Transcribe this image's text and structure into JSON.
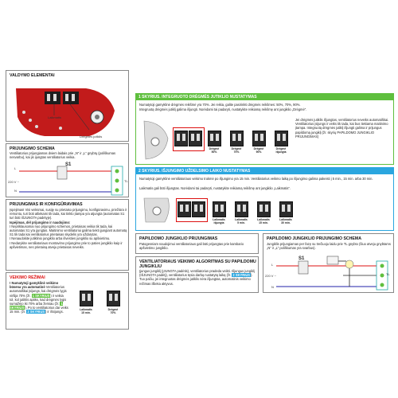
{
  "controls": {
    "title": "VALDYMO ELEMENTAI",
    "laikmatis": "Laikmatis",
    "dregmes": "Drėgmės jutiklis"
  },
  "wiring": {
    "title": "PRIJUNGIMO SCHEMA",
    "text": "Ventiliatorius prijungiamas dviem laidais prie „N“ ir „L“ gnybtų (poliškumas nesvarbu), kai jis ijungtas ventiliatorius veikia.",
    "s1": "S1",
    "voltage": "220 V ~",
    "L": "L",
    "N": "N",
    "TL": "TL"
  },
  "config": {
    "title": "PRIJUNGIMAS IR KONFIGŪRAVIMAS",
    "p1": "Įspėjimas! Visi veiksmai, susiję su prietaiso prijungimu, konfigūravimu, priežiūra ir remontu, turi būti atliekami tik tada, kai tinklo įtampa yra atjungta (automatas S1 turi būti IŠJUNGTA padėtyje).",
    "p2": "Ispėjimas, dėl prijungimo ir naudojimo:",
    "p3": "I Nepriklausomai nuo prijungimo schemos, prietaisas veikia tik tada, kai automatas S1 yra įjungtas. Maitinimo ventiliatoriui galima tiekti įjungiant automatą S1 tik tada kai ventiliatorius prietaisas skydelis yra uždarytas.",
    "p4": "I Nenaudokite jutiklinio jungiklio arba išvesties jungiklio su apšvietimu.",
    "p5": "I Nedarykite ventiliatoriaus montavimo prijungimo prie to paties jungiklio kaip ir apšvietimas, nes prietaisą atveju prietaisas neveiks."
  },
  "modes": {
    "title": "VEIKIMO REŽIMAI",
    "text1": "! Numatytoji gamyklinė veikimo būsena yra automatinė",
    "text2": "Ventiliatorius automatiškai įsijungs, kai drėgmės lygis viršija 70% (žr.",
    "tag1": "1 SKYRIUS",
    "text3": ") ir veikia tol, kol jutiklis aptiks, kad drėgmės lygis sumažėjo iki 70% arba žemiau (žr.",
    "tag1b": "1 SKYRIUS",
    "text4": "). Po to ventiliatorius dar veiks 15 min. (žr.",
    "tag2": "2 SKYRIUS",
    "text5": ") ir išsijungs.",
    "sw1": "Laikmatis\n15 min.",
    "sw2": "Drėgmė\n70%"
  },
  "section1": {
    "title": "1 SKYRIUS. INTEGRUOTO DRĖGMĖS JUTIKLIO NUSTATYMAS",
    "text1": "Numatytoji gamyklinė drėgmės reikšmė yra 70%. Jei reikia, galite pasirinkti drėgmės reikšmes: 50%, 70%, 90%.",
    "text2": "Integruotą drėgmės jutiklį galima išjungti. Norėdami tai padaryti, nustatykite reikiamą reikšmę ant jungiklio „Drėgmė“.",
    "text3": "Jei drėgmės jutiklis išjungtas, ventiliatorius neveiks automatiškai. Ventiliatorius įsijungs ir veiks tik tada, kai bus tiekiama maitinimo įtampa. Integruotą drėgmės jutiklį išjungti galima ir prijungus papildomą jungiklį (žr. skyrių PAPILDOMO JUNGIKLIO PRIJUNGIMAS)",
    "switches": [
      "Drėgmė\n50%",
      "Drėgmė\n70%",
      "Drėgmė\n90%",
      "Drėgmė\nišjungta"
    ]
  },
  "section2": {
    "title": "2 SKYRIUS. IŠJUNGIMO UŽDELSIMO LAIKO NUSTATYMAS",
    "text1": "Numatytoji gamyklinė ventiliatoriaus veikimo trukmė po išjungimo yra 15 min. Ventiliatorius veikmo laiką po išjungimo galima pakeisti į 5 min., 15 min. arba 30 min.",
    "text2": "Laikmatis gali būti išjungtas. Norėdami tai padaryti, nustatykite reikiamą reikšmę ant jungiklio „Laikmatis“.",
    "switches": [
      "Laikmatis\nišjungta",
      "Laikmatis\n5 min.",
      "Laikmatis\n15 min.",
      "Laikmatis\n30 min."
    ]
  },
  "extra": {
    "title": "PAPILDOMO JUNGIKLIO PRIJUNGIMAS",
    "text": "Patogesniam naudojimui ventiliatoriaus gali būti prijungtas prie kambario apšvietimo jungiklio."
  },
  "algo": {
    "title": "VENTILIATORIAUS VEIKIMO ALGORITMAS SU PAPILDOMU JUNGIKLIU",
    "text1": "Įjungus jungiklį (ĮJUNGTA padėtis), ventiliatorius pradeda veikti. Išjungus jungiklį (IŠJUNGTA padėtį), ventiliatorius tęsia darbą nustatytą laiką (žr.",
    "tag": "2 SKYRIUS",
    "text2": "). Tuo pačiu, jei integruotas drėgmės jutiklis nėra išjungtas, automatinis veikimo režimas išlieka aktyvus."
  },
  "scheme2": {
    "title": "PAPILDOMO JUNGIKLIO PRIJUNGIMO SCHEMA",
    "text": "Jungiklis prijungiamas per fazę su trečiuoju laidu prie TL gnybto (šiuo atveju gnybtams „N“ ir „L“ poliškumas yra svarbus).",
    "s1": "S1",
    "voltage": "220 V ~",
    "L": "L",
    "N": "N",
    "TL": "TL"
  }
}
